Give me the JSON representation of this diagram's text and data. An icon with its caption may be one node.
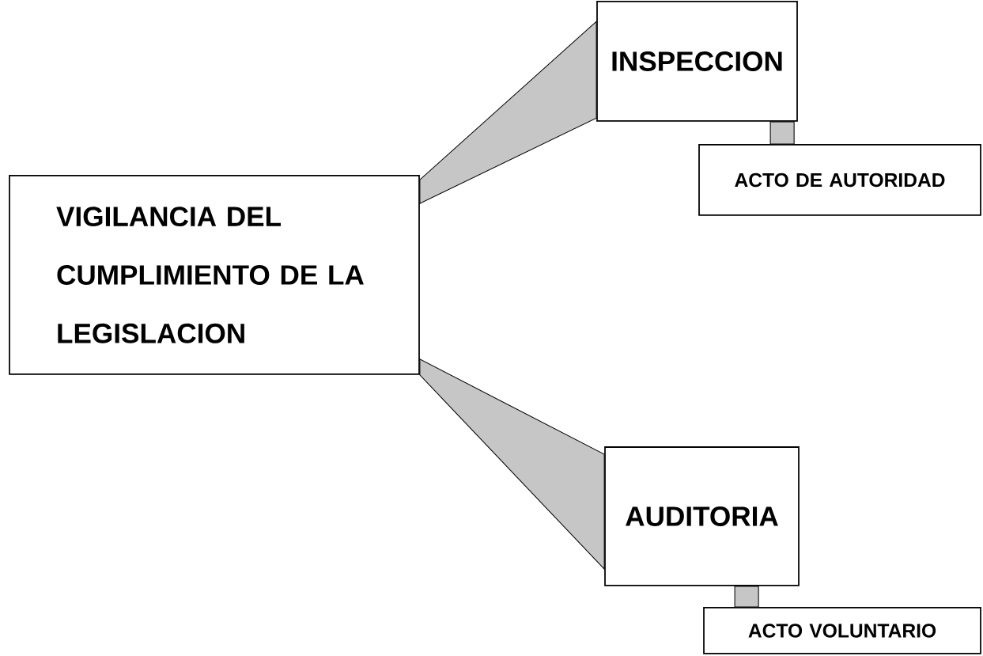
{
  "diagram": {
    "nodes": [
      {
        "text": [
          "VIGILANCIA DEL CUMPLIMIENTO DE LA LEGISLACION"
        ]
      },
      {
        "text": [
          "INSPECCION"
        ]
      },
      {
        "text": [
          "ACTO DE AUTORIDAD"
        ]
      },
      {
        "text": [
          "AUDITORIA"
        ]
      },
      {
        "text": [
          "ACTO VOLUNTARIO"
        ]
      }
    ],
    "edges": [
      {
        "from": 0,
        "to": 1,
        "arrow": "none"
      },
      {
        "from": 1,
        "to": 2,
        "arrow": "none"
      },
      {
        "from": 0,
        "to": 3,
        "arrow": "none"
      },
      {
        "from": 3,
        "to": 4,
        "arrow": "none"
      }
    ]
  }
}
